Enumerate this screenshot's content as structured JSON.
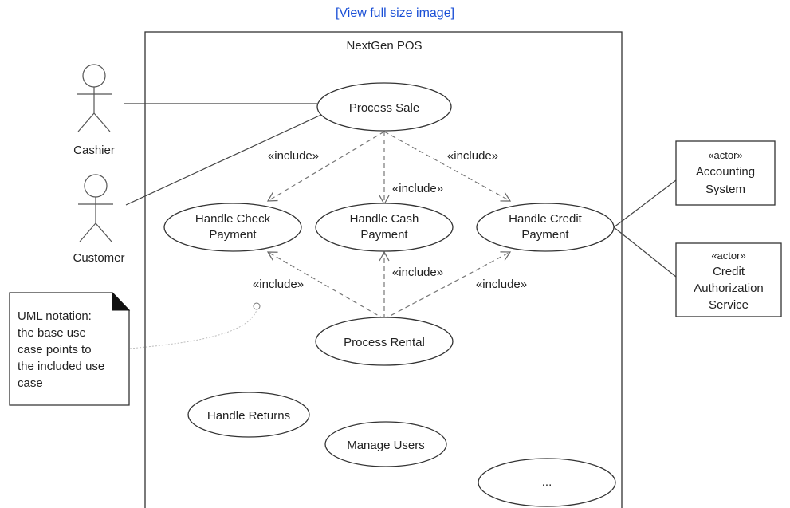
{
  "view_link": "[View full size image]",
  "system_title": "NextGen POS",
  "actors": {
    "cashier": "Cashier",
    "customer": "Customer"
  },
  "use_cases": {
    "process_sale": "Process Sale",
    "handle_check_line1": "Handle Check",
    "handle_check_line2": "Payment",
    "handle_cash_line1": "Handle Cash",
    "handle_cash_line2": "Payment",
    "handle_credit_line1": "Handle Credit",
    "handle_credit_line2": "Payment",
    "process_rental": "Process Rental",
    "handle_returns": "Handle Returns",
    "manage_users": "Manage Users",
    "more": "..."
  },
  "include_label": "«include»",
  "system_actors": {
    "accounting": [
      "«actor»",
      "Accounting",
      "System"
    ],
    "credit_auth": [
      "«actor»",
      "Credit",
      "Authorization",
      "Service"
    ]
  },
  "note_lines": [
    "UML notation:",
    "the base use",
    "case points to",
    "the included use",
    "case"
  ]
}
